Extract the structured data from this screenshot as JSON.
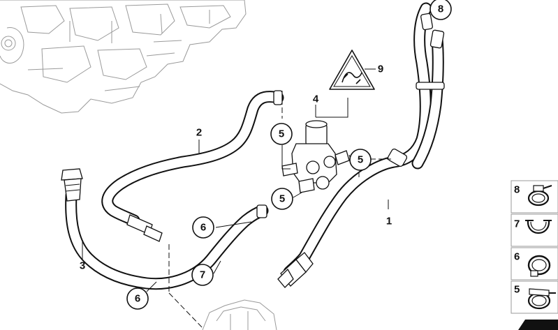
{
  "diagram": {
    "callouts": [
      {
        "label": "8"
      },
      {
        "label": "9"
      },
      {
        "label": "4"
      },
      {
        "label": "2"
      },
      {
        "label": "5"
      },
      {
        "label": "5"
      },
      {
        "label": "5"
      },
      {
        "label": "6"
      },
      {
        "label": "7"
      },
      {
        "label": "6"
      },
      {
        "label": "3"
      },
      {
        "label": "1"
      }
    ],
    "legend": [
      {
        "label": "8",
        "part_icon": "hose-clamp-screw-icon"
      },
      {
        "label": "7",
        "part_icon": "spring-clip-icon"
      },
      {
        "label": "6",
        "part_icon": "hose-clamp-band-icon"
      },
      {
        "label": "5",
        "part_icon": "worm-drive-clamp-icon"
      }
    ]
  }
}
